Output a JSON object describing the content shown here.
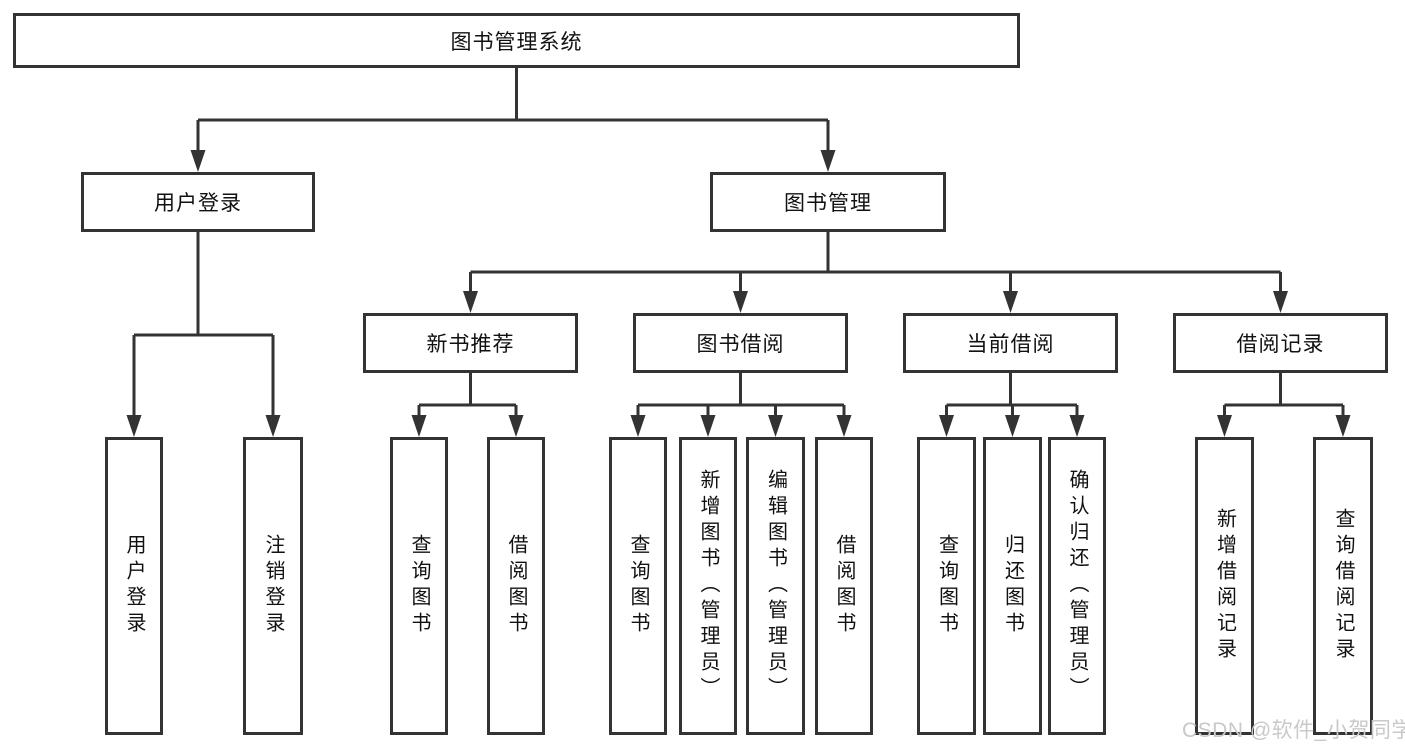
{
  "tree": {
    "label": "图书管理系统",
    "children": [
      {
        "label": "用户登录",
        "children": [
          {
            "label": "用户登录"
          },
          {
            "label": "注销登录"
          }
        ]
      },
      {
        "label": "图书管理",
        "children": [
          {
            "label": "新书推荐",
            "children": [
              {
                "label": "查询图书"
              },
              {
                "label": "借阅图书"
              }
            ]
          },
          {
            "label": "图书借阅",
            "children": [
              {
                "label": "查询图书"
              },
              {
                "label": "新增图书（管理员）"
              },
              {
                "label": "编辑图书（管理员）"
              },
              {
                "label": "借阅图书"
              }
            ]
          },
          {
            "label": "当前借阅",
            "children": [
              {
                "label": "查询图书"
              },
              {
                "label": "归还图书"
              },
              {
                "label": "确认归还（管理员）"
              }
            ]
          },
          {
            "label": "借阅记录",
            "children": [
              {
                "label": "新增借阅记录"
              },
              {
                "label": "查询借阅记录"
              }
            ]
          }
        ]
      }
    ]
  },
  "watermark": {
    "text": "CSDN @软件_小贺同学"
  },
  "colors": {
    "line": "#333333",
    "node_border": "#333333",
    "text": "#111111",
    "watermark": "#c9c9c9",
    "background": "#ffffff"
  }
}
